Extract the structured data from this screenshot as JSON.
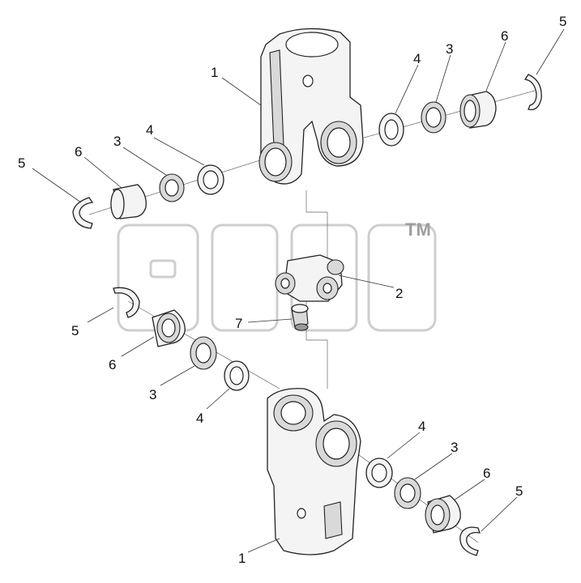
{
  "callouts": {
    "top_yoke": "1",
    "bottom_yoke": "1",
    "cross": "2",
    "fitting": "7",
    "seal_upper_right": "3",
    "washer_upper_right": "4",
    "cup_upper_right": "6",
    "ring_upper_right": "5",
    "seal_upper_left": "3",
    "washer_upper_left": "4",
    "cup_upper_left": "6",
    "ring_upper_left": "5",
    "ring_mid_left": "5",
    "cup_mid_left": "6",
    "seal_mid_left": "3",
    "washer_mid_left": "4",
    "washer_lower_right": "4",
    "seal_lower_right": "3",
    "cup_lower_right": "6",
    "ring_lower_right": "5"
  },
  "watermark": {
    "trademark": "TM"
  }
}
